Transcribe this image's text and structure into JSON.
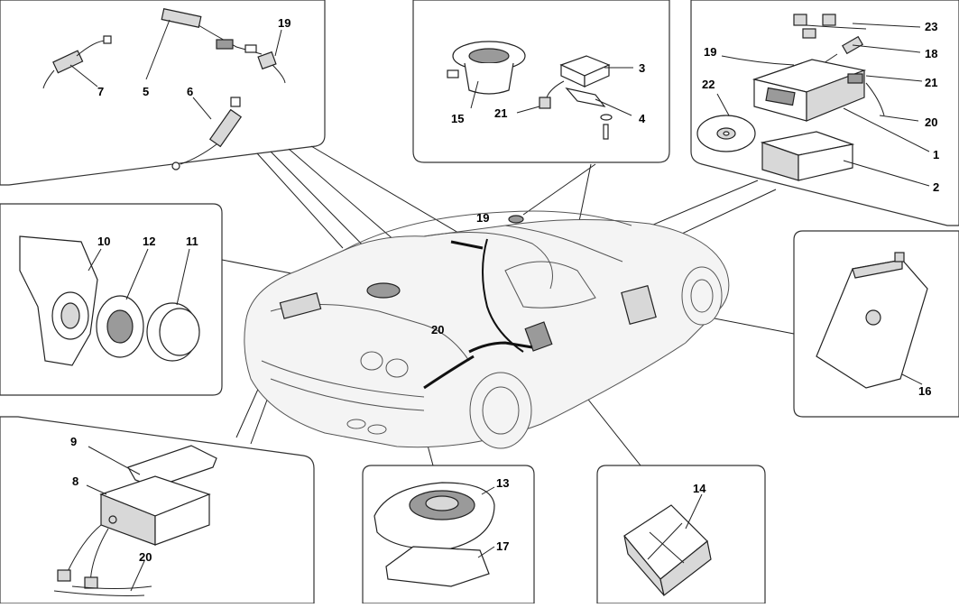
{
  "diagram": {
    "callouts": [
      {
        "id": "c7",
        "label": "7"
      },
      {
        "id": "c5",
        "label": "5"
      },
      {
        "id": "c6",
        "label": "6"
      },
      {
        "id": "c19a",
        "label": "19"
      },
      {
        "id": "c15",
        "label": "15"
      },
      {
        "id": "c3",
        "label": "3"
      },
      {
        "id": "c21a",
        "label": "21"
      },
      {
        "id": "c4",
        "label": "4"
      },
      {
        "id": "c23",
        "label": "23"
      },
      {
        "id": "c18",
        "label": "18"
      },
      {
        "id": "c19b",
        "label": "19"
      },
      {
        "id": "c21b",
        "label": "21"
      },
      {
        "id": "c22",
        "label": "22"
      },
      {
        "id": "c20a",
        "label": "20"
      },
      {
        "id": "c1",
        "label": "1"
      },
      {
        "id": "c2",
        "label": "2"
      },
      {
        "id": "c10",
        "label": "10"
      },
      {
        "id": "c12",
        "label": "12"
      },
      {
        "id": "c11",
        "label": "11"
      },
      {
        "id": "c19c",
        "label": "19"
      },
      {
        "id": "c20b",
        "label": "20"
      },
      {
        "id": "c16",
        "label": "16"
      },
      {
        "id": "c9",
        "label": "9"
      },
      {
        "id": "c8",
        "label": "8"
      },
      {
        "id": "c20c",
        "label": "20"
      },
      {
        "id": "c13",
        "label": "13"
      },
      {
        "id": "c17",
        "label": "17"
      },
      {
        "id": "c14",
        "label": "14"
      }
    ]
  }
}
